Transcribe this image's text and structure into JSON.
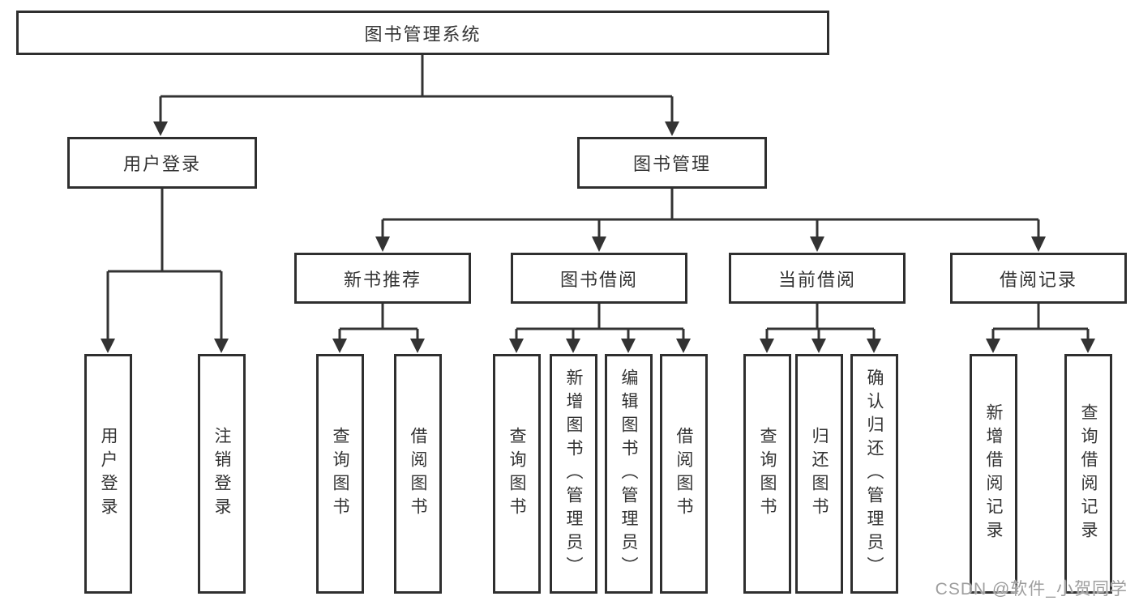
{
  "diagram": {
    "tree": {
      "label": "图书管理系统",
      "children": [
        {
          "label": "用户登录",
          "children": [
            {
              "label": "用户登录"
            },
            {
              "label": "注销登录"
            }
          ]
        },
        {
          "label": "图书管理",
          "children": [
            {
              "label": "新书推荐",
              "children": [
                {
                  "label": "查询图书"
                },
                {
                  "label": "借阅图书"
                }
              ]
            },
            {
              "label": "图书借阅",
              "children": [
                {
                  "label": "查询图书"
                },
                {
                  "label": "新增图书（管理员）"
                },
                {
                  "label": "编辑图书（管理员）"
                },
                {
                  "label": "借阅图书"
                }
              ]
            },
            {
              "label": "当前借阅",
              "children": [
                {
                  "label": "查询图书"
                },
                {
                  "label": "归还图书"
                },
                {
                  "label": "确认归还（管理员）"
                }
              ]
            },
            {
              "label": "借阅记录",
              "children": [
                {
                  "label": "新增借阅记录"
                },
                {
                  "label": "查询借阅记录"
                }
              ]
            }
          ]
        }
      ]
    }
  },
  "watermark": {
    "text": "CSDN @软件_小贺同学"
  },
  "colors": {
    "line": "#333333",
    "box_border": "#2f2f2f",
    "box_background": "#ffffff",
    "text": "#333333",
    "watermark": "#9e9e9e",
    "page_background": "#ffffff"
  }
}
